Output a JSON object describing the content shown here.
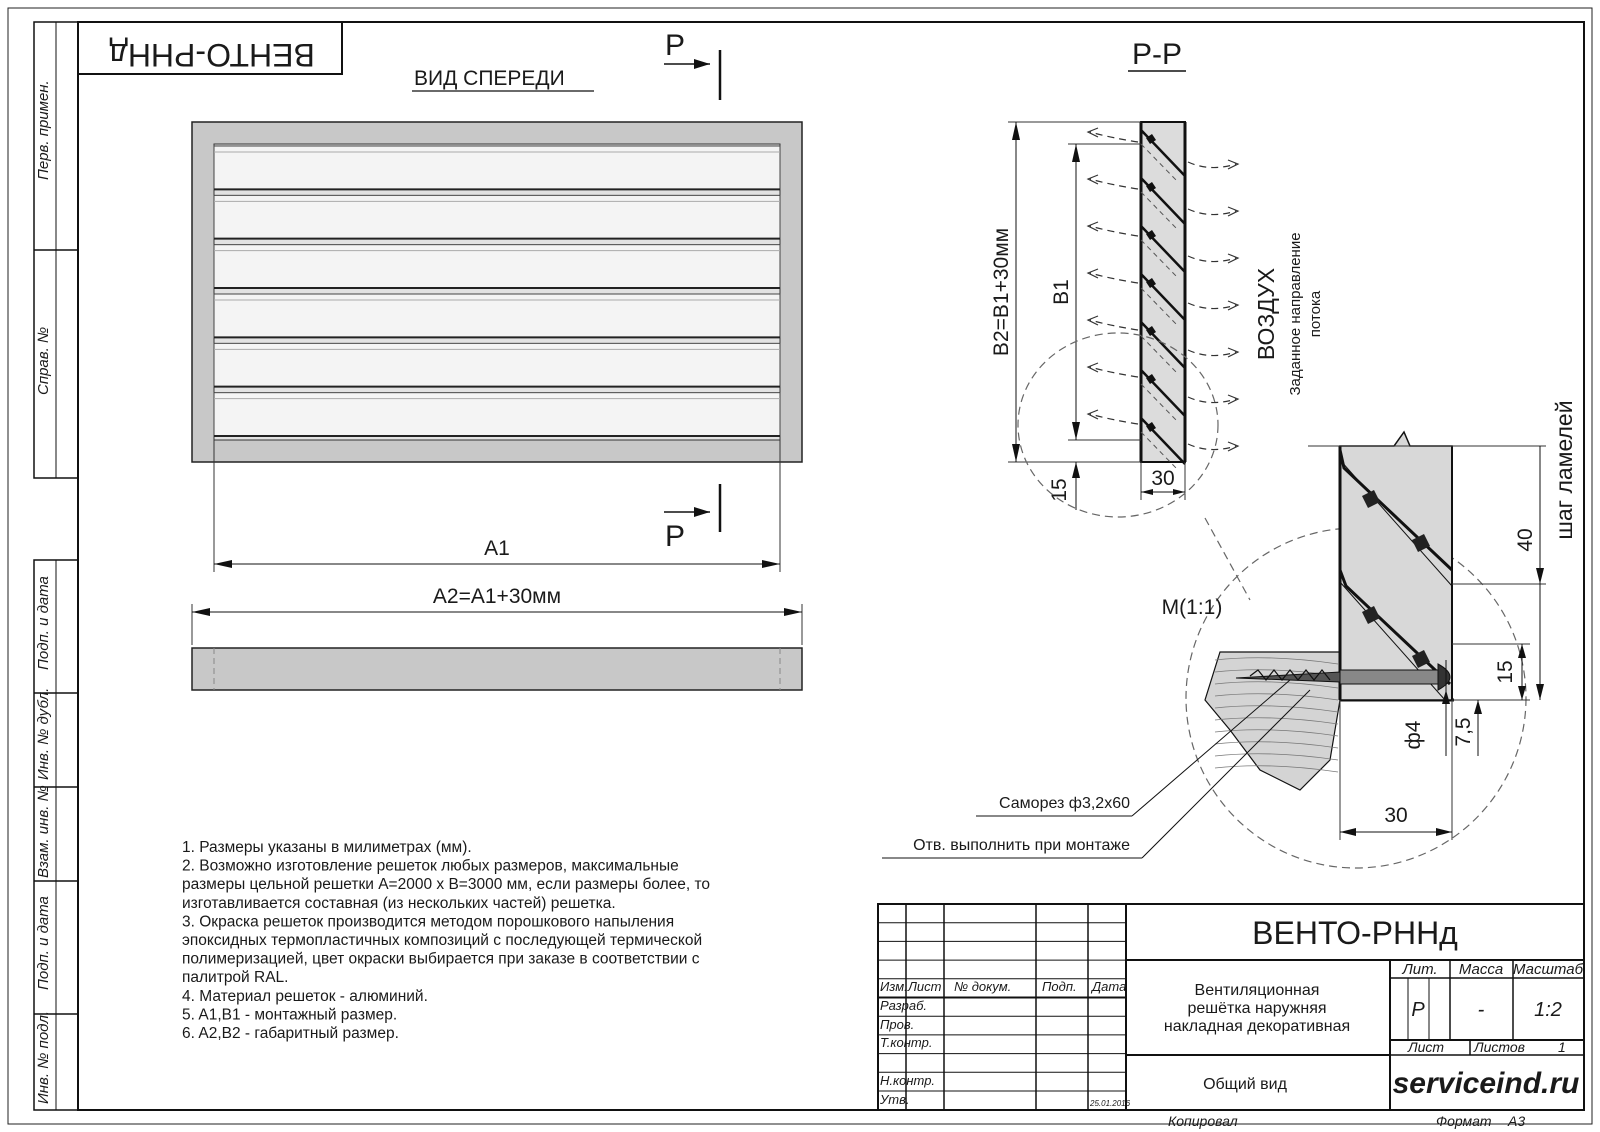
{
  "stamp_top": "ВЕНТО-РННд",
  "front_view_title": "ВИД СПЕРЕДИ",
  "section_marker": "Р",
  "section_title": "Р-Р",
  "dims": {
    "a1": "A1",
    "a2": "A2=A1+30мм",
    "b1": "B1",
    "b2": "B2=B1+30мм",
    "d30_section": "30",
    "d15_section": "15",
    "d40": "40",
    "d15_detail": "15",
    "d75": "7,5",
    "phi4": "ф4",
    "d30_detail": "30"
  },
  "labels": {
    "air": "ВОЗДУХ",
    "flow_line1": "Заданное направление",
    "flow_line2": "потока",
    "lamel_step": "шаг ламелей",
    "detail_m": "М(1:1)",
    "screw": "Саморез ф3,2х60",
    "hole": "Отв. выполнить при монтаже"
  },
  "notes": [
    "1.  Размеры указаны в милиметрах (мм).",
    "2.  Возможно изготовление решеток любых размеров, максимальные",
    "размеры цельной решетки А=2000 х В=3000 мм, если размеры более, то",
    "изготавливается  составная (из нескольких частей) решетка.",
    "3.  Окраска решеток производится методом порошкового напыления",
    "эпоксидных термопластичных композиций с последующей термической",
    "полимеризацией, цвет окраски выбирается при заказе в соответствии с",
    "палитрой RAL.",
    "4.  Материал решеток - алюминий.",
    "5.  A1,B1 - монтажный размер.",
    "6.  A2,B2 - габаритный размер."
  ],
  "left_strip": [
    "Перв. примен.",
    "Справ. №",
    "Подп. и дата",
    "Инв. № дубл.",
    "Взам. инв. №",
    "Подп. и дата",
    "Инв. № подл."
  ],
  "title_block": {
    "designation": "ВЕНТО-РННд",
    "name_line1": "Вентиляционная",
    "name_line2": "решётка наружняя",
    "name_line3": "накладная декоративная",
    "general_view": "Общий вид",
    "site": "serviceind.ru",
    "col_izm": "Изм.",
    "col_list": "Лист",
    "col_doc": "№ докум.",
    "col_sign": "Подп.",
    "col_date": "Дата",
    "row_razrab": "Разраб.",
    "row_prov": "Пров.",
    "row_tkontr": "Т.контр.",
    "row_nkontr": "Н.контр.",
    "row_utv": "Утв.",
    "date_value": "25.01.2016",
    "lit_label": "Лит.",
    "mass_label": "Масса",
    "scale_label": "Масштаб",
    "lit_value": "Р",
    "mass_value": "-",
    "scale_value": "1:2",
    "sheet_label": "Лист",
    "sheets_label": "Листов",
    "sheets_value": "1",
    "copied": "Копировал",
    "format_label": "Формат",
    "format_value": "А3"
  },
  "colors": {
    "grille_fill": "#c8c8c8",
    "louver_fill": "#f0f0f0",
    "section_fill": "#dcdcdc",
    "wall_fill": "#d4d4d4"
  }
}
